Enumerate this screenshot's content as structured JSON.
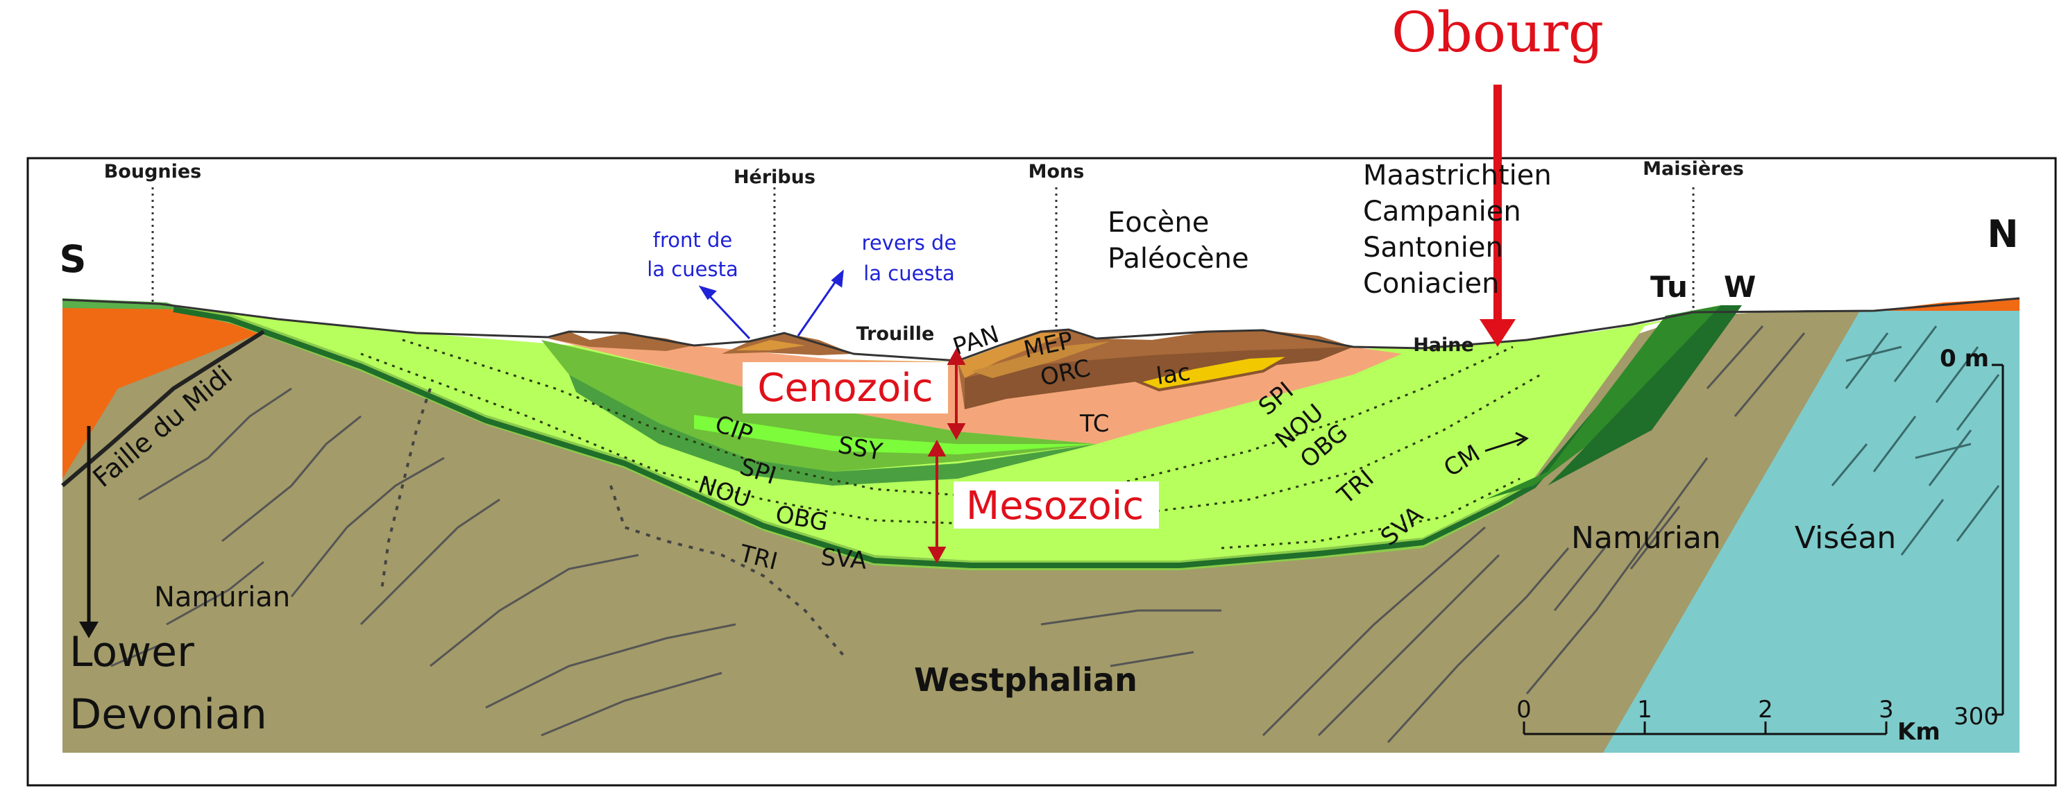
{
  "colors": {
    "paleozoic_brown": "#a39b69",
    "chalk_green": "#b6ff5c",
    "lower_chalk_green": "#8bcc4a",
    "dark_green": "#2f8a2a",
    "deep_green": "#1f6e2a",
    "tertiary_salmon": "#f4a67a",
    "brown_tertiary": "#a86a3a",
    "yellow_lens": "#f2c800",
    "orange_devonian": "#f06a14",
    "visean_blue": "#7ecbcb",
    "red_annotation": "#e0101a",
    "blue_annotation": "#1f22d6"
  },
  "locations": {
    "bougnies": "Bougnies",
    "heribus": "Héribus",
    "mons": "Mons",
    "maisieres": "Maisières",
    "trouille": "Trouille",
    "haine": "Haine"
  },
  "directions": {
    "south": "S",
    "north": "N"
  },
  "highlight": {
    "obourg": "Obourg"
  },
  "cuesta": {
    "front_line1": "front de",
    "front_line2": "la cuesta",
    "revers_line1": "revers de",
    "revers_line2": "la cuesta"
  },
  "stages_list": {
    "eocene": "Eocène",
    "paleocene": "Paléocène",
    "maastrichtian": "Maastrichtien",
    "campanian": "Campanien",
    "santonian": "Santonien",
    "coniacian": "Coniacien"
  },
  "formations": {
    "pan": "PAN",
    "mep": "MEP",
    "orc": "ORC",
    "lac": "lac",
    "tc": "TC",
    "cip": "CIP",
    "ssy": "SSY",
    "spi_left": "SPI",
    "nou_left": "NOU",
    "obg_left": "OBG",
    "tri_left": "TRI",
    "sva_left": "SVA",
    "spi_right": "SPI",
    "nou_right": "NOU",
    "obg_right": "OBG",
    "tri_right": "TRI",
    "sva_right": "SVA",
    "cm": "CM",
    "tu": "Tu",
    "w": "W"
  },
  "eras": {
    "cenozoic": "Cenozoic",
    "mesozoic": "Mesozoic"
  },
  "units": {
    "faille": "Faille du Midi",
    "namurian_left": "Namurian",
    "namurian_right": "Namurian",
    "visean": "Viséan",
    "westphalian": "Westphalian",
    "lower_devonian_1": "Lower",
    "lower_devonian_2": "Devonian"
  },
  "scale": {
    "km_ticks": [
      "0",
      "1",
      "2",
      "3"
    ],
    "km_unit": "Km",
    "depth_top": "0 m",
    "depth_bottom": "300"
  }
}
